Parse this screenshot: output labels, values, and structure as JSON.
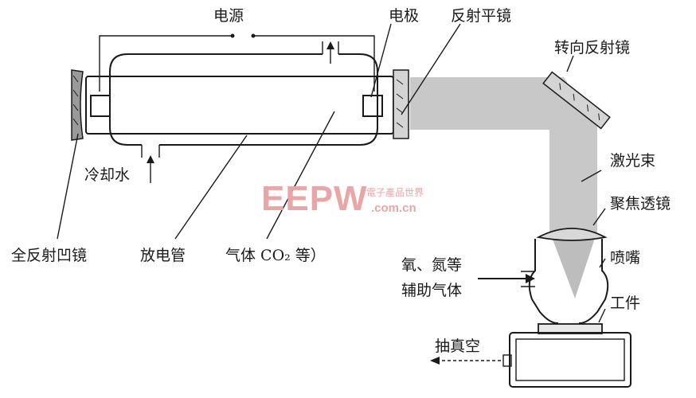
{
  "labels": {
    "power_source": "电源",
    "electrode": "电极",
    "flat_mirror": "反射平镜",
    "turning_mirror": "转向反射镜",
    "laser_beam": "激光束",
    "focusing_lens": "聚焦透镜",
    "nozzle": "喷嘴",
    "workpiece": "工件",
    "vacuum": "抽真空",
    "cooling_water": "冷却水",
    "concave_mirror": "全反射凹镜",
    "discharge_tube": "放电管",
    "gas": "气体 CO₂ 等）",
    "assist_gas_line1": "氧、氮等",
    "assist_gas_line2": "辅助气体"
  },
  "watermark": {
    "logo": "EEPW",
    "tagline": "電子產品世界",
    "url": ".com.cn"
  },
  "colors": {
    "line": "#1a1a1a",
    "beam": "#c8c8c8",
    "watermark": "#e8a6a6"
  }
}
